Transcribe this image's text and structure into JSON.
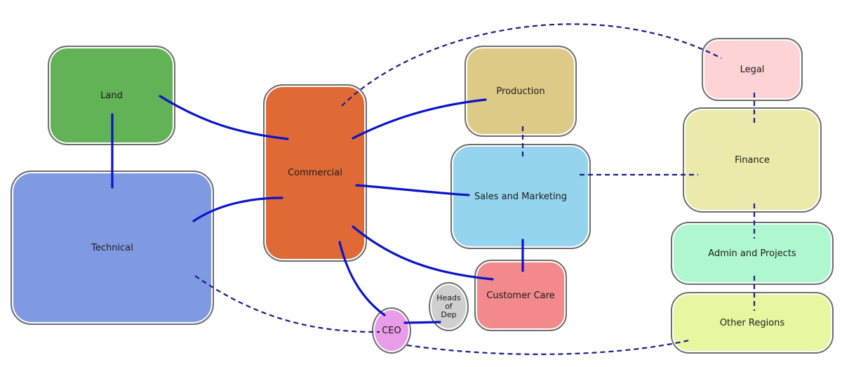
{
  "diagram": {
    "type": "organizational-structure",
    "colors": {
      "solid_link": "#0a14c8",
      "dashed_link": "#1c1c8c",
      "node_border": "#6e6e6e"
    },
    "nodes": {
      "land": {
        "label": "Land",
        "color": "#62b355"
      },
      "technical": {
        "label": "Technical",
        "color": "#7f9ae2"
      },
      "commercial": {
        "label": "Commercial",
        "color": "#e06a36"
      },
      "production": {
        "label": "Production",
        "color": "#dcca86"
      },
      "sales": {
        "label": "Sales and Marketing",
        "color": "#95d4ef"
      },
      "customer": {
        "label": "Customer Care",
        "color": "#f2898a"
      },
      "legal": {
        "label": "Legal",
        "color": "#fdd3d6"
      },
      "finance": {
        "label": "Finance",
        "color": "#eceaaa"
      },
      "admin": {
        "label": "Admin and Projects",
        "color": "#aef7cf"
      },
      "regions": {
        "label": "Other Regions",
        "color": "#e6f7a0"
      },
      "ceo": {
        "label": "CEO",
        "color": "#e99ce8"
      },
      "heads": {
        "label_lines": [
          "Heads",
          "of",
          "Dep"
        ],
        "color": "#cfcfcf"
      }
    },
    "links": [
      {
        "from": "land",
        "to": "technical",
        "style": "solid"
      },
      {
        "from": "land",
        "to": "commercial",
        "style": "solid"
      },
      {
        "from": "technical",
        "to": "commercial",
        "style": "solid"
      },
      {
        "from": "commercial",
        "to": "production",
        "style": "solid"
      },
      {
        "from": "commercial",
        "to": "sales",
        "style": "solid"
      },
      {
        "from": "commercial",
        "to": "customer",
        "style": "solid"
      },
      {
        "from": "commercial",
        "to": "ceo",
        "style": "solid"
      },
      {
        "from": "sales",
        "to": "customer",
        "style": "solid"
      },
      {
        "from": "ceo",
        "to": "heads",
        "style": "solid"
      },
      {
        "from": "production",
        "to": "sales",
        "style": "dashed"
      },
      {
        "from": "sales",
        "to": "finance",
        "style": "dashed"
      },
      {
        "from": "commercial",
        "to": "legal",
        "style": "dashed"
      },
      {
        "from": "legal",
        "to": "finance",
        "style": "dashed"
      },
      {
        "from": "finance",
        "to": "admin",
        "style": "dashed"
      },
      {
        "from": "admin",
        "to": "regions",
        "style": "dashed"
      },
      {
        "from": "technical",
        "to": "ceo",
        "style": "dashed"
      },
      {
        "from": "ceo",
        "to": "regions",
        "style": "dashed"
      }
    ]
  }
}
